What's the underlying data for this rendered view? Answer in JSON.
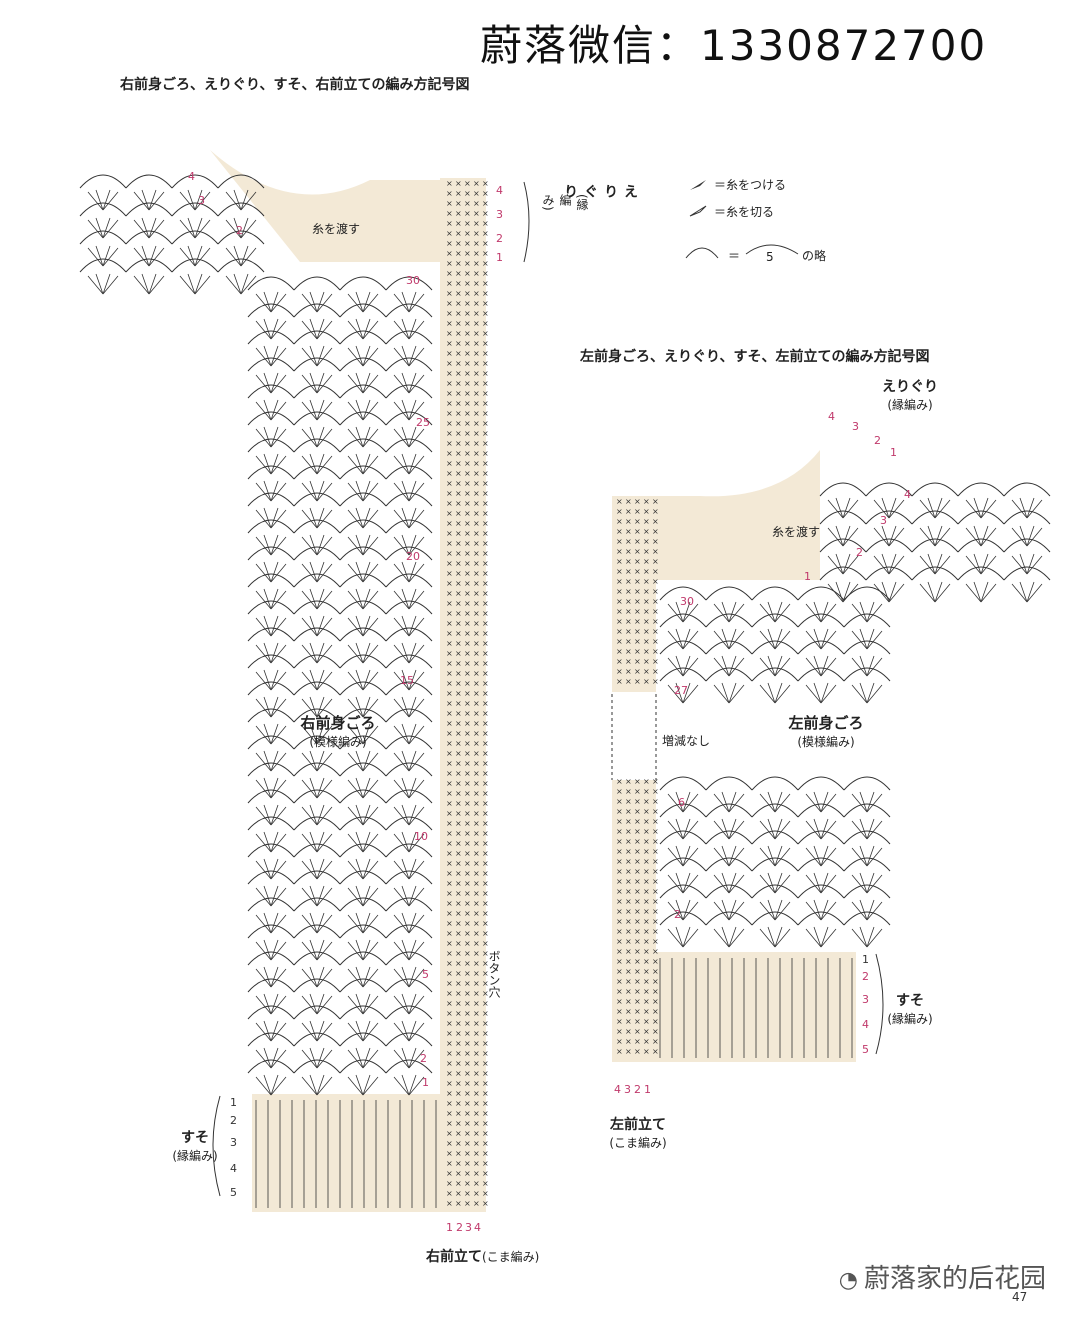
{
  "header": {
    "contact": "蔚落微信：1330872700"
  },
  "right_diagram": {
    "title": "右前身ごろ、えりぐり、すそ、右前立ての編み方記号図",
    "body_label": "右前身ごろ",
    "body_sub": "(模様編み)",
    "neck_label": "えりぐり",
    "neck_sub": "(縁編み)",
    "hem_label": "すそ",
    "hem_sub": "(縁編み)",
    "band_label": "右前立て",
    "band_sub": "(こま編み)",
    "yarn_pass": "糸を渡す",
    "buttonhole": "ボタン穴",
    "row_numbers": [
      "30",
      "25",
      "20",
      "15",
      "10",
      "5",
      "2",
      "1"
    ],
    "neck_rows": [
      "4",
      "3",
      "2",
      "1"
    ],
    "yoke_rows": [
      "4",
      "3",
      "2"
    ],
    "hem_rows": [
      "1",
      "2",
      "3",
      "4",
      "5"
    ],
    "band_rows": [
      "1",
      "2",
      "3",
      "4"
    ]
  },
  "legend": {
    "attach": "＝糸をつける",
    "cut": "＝糸を切る",
    "abbr_eq": "＝",
    "abbr_num": "5",
    "abbr_text": "の略"
  },
  "left_diagram": {
    "title": "左前身ごろ、えりぐり、すそ、左前立ての編み方記号図",
    "neck_label": "えりぐり",
    "neck_sub": "(縁編み)",
    "body_label": "左前身ごろ",
    "body_sub": "(模様編み)",
    "no_change": "増減なし",
    "yarn_pass": "糸を渡す",
    "hem_label": "すそ",
    "hem_sub": "(縁編み)",
    "band_label": "左前立て",
    "band_sub": "(こま編み)",
    "neck_rows": [
      "4",
      "3",
      "2",
      "1"
    ],
    "yoke_rows": [
      "4",
      "3",
      "2",
      "1"
    ],
    "row_numbers": [
      "30",
      "27",
      "6",
      "2"
    ],
    "hem_rows": [
      "1",
      "2",
      "3",
      "4",
      "5"
    ],
    "band_rows": [
      "4",
      "3",
      "2",
      "1"
    ]
  },
  "footer": {
    "watermark": "蔚落家的后花园",
    "page": "47"
  },
  "colors": {
    "fill": "#f3e9d6",
    "num": "#c0396b",
    "ink": "#333333"
  }
}
